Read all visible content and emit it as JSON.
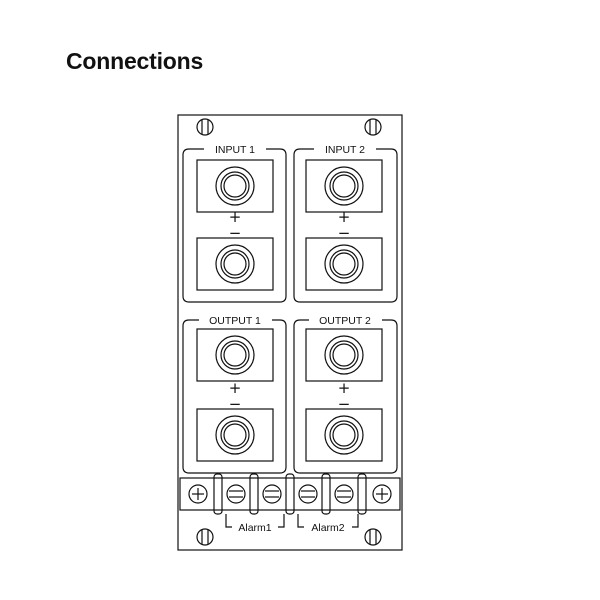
{
  "title": "Connections",
  "groups": {
    "input1": {
      "label": "INPUT 1",
      "positive": "+",
      "negative": "−"
    },
    "input2": {
      "label": "INPUT 2",
      "positive": "+",
      "negative": "−"
    },
    "output1": {
      "label": "OUTPUT 1",
      "positive": "+",
      "negative": "−"
    },
    "output2": {
      "label": "OUTPUT 2",
      "positive": "+",
      "negative": "−"
    }
  },
  "alarms": {
    "alarm1": "Alarm1",
    "alarm2": "Alarm2"
  },
  "icons": {
    "mount_screw": "slotted-screw-icon",
    "terminal_outer": "phillips-screw-icon",
    "terminal_inner": "slotted-screw-icon"
  },
  "colors": {
    "line": "#111111",
    "background": "#ffffff"
  }
}
